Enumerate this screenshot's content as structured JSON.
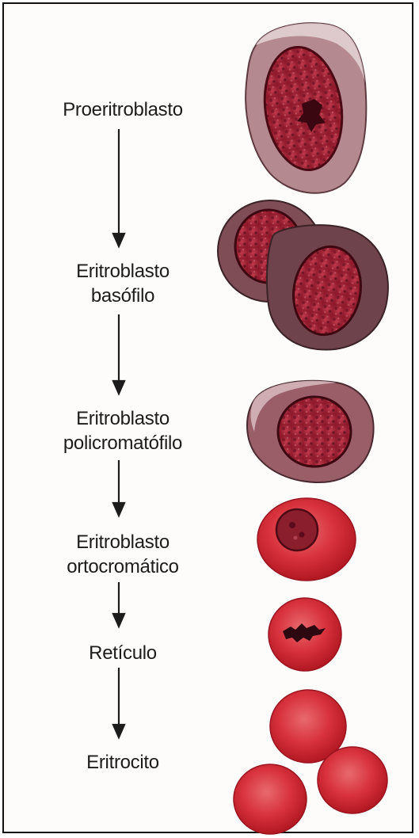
{
  "stages": [
    {
      "id": "proeritroblasto",
      "lines": [
        "Proeritroblasto"
      ],
      "icon": "proerythroblast-cell-icon"
    },
    {
      "id": "eritroblasto-basofilo",
      "lines": [
        "Eritroblasto",
        "basófilo"
      ],
      "icon": "basophilic-erythroblast-cells-icon"
    },
    {
      "id": "eritroblasto-policromatofilo",
      "lines": [
        "Eritroblasto",
        "policromatófilo"
      ],
      "icon": "polychromatic-erythroblast-cell-icon"
    },
    {
      "id": "eritroblasto-ortocromatico",
      "lines": [
        "Eritroblasto",
        "ortocromático"
      ],
      "icon": "orthochromatic-erythroblast-cell-icon"
    },
    {
      "id": "reticulo",
      "lines": [
        "Retículo"
      ],
      "icon": "reticulocyte-cell-icon"
    },
    {
      "id": "eritrocito",
      "lines": [
        "Eritrocito"
      ],
      "icon": "erythrocyte-cells-icon"
    }
  ],
  "colors": {
    "cytoplasm_dark": "#7a4a52",
    "cytoplasm_mid": "#9c5a66",
    "nucleus": "#a8243a",
    "chromatin": "#5a0c1c",
    "red_cell": "#d42a35",
    "arrow": "#1c1c1c"
  }
}
